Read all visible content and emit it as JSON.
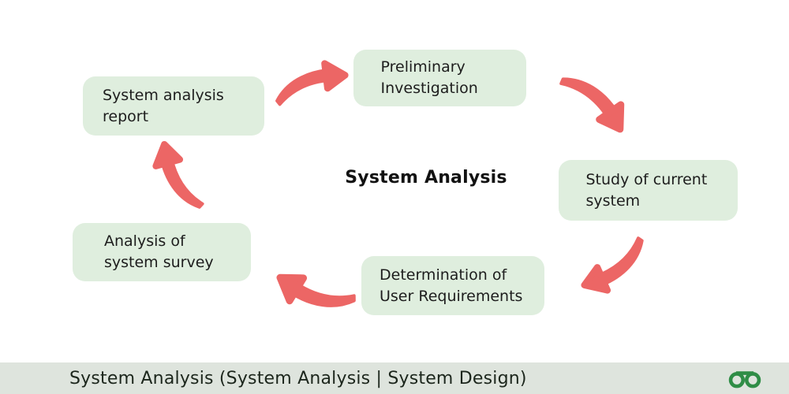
{
  "diagram": {
    "title": "System Analysis",
    "nodes": {
      "report": {
        "label": "System analysis report"
      },
      "preliminary": {
        "label": "Preliminary Investigation"
      },
      "study": {
        "label": "Study of current system"
      },
      "determination": {
        "label": "Determination of User Requirements"
      },
      "analysis": {
        "label": "Analysis of system survey"
      }
    },
    "edges": [
      {
        "from": "System analysis report",
        "to": "Preliminary Investigation"
      },
      {
        "from": "Preliminary Investigation",
        "to": "Study of current system"
      },
      {
        "from": "Study of current system",
        "to": "Determination of User Requirements"
      },
      {
        "from": "Determination of User Requirements",
        "to": "Analysis of system survey"
      },
      {
        "from": "Analysis of system survey",
        "to": "System analysis report"
      }
    ]
  },
  "footer": {
    "caption": "System Analysis (System Analysis | System Design)",
    "logo": "geeksforgeeks-logo"
  },
  "theme": {
    "arrow": "#ec6665",
    "node_fill": "#dfeede",
    "footer_fill": "#dee4dd",
    "brand_green": "#2f8d46",
    "text": "#1d1d1d"
  }
}
